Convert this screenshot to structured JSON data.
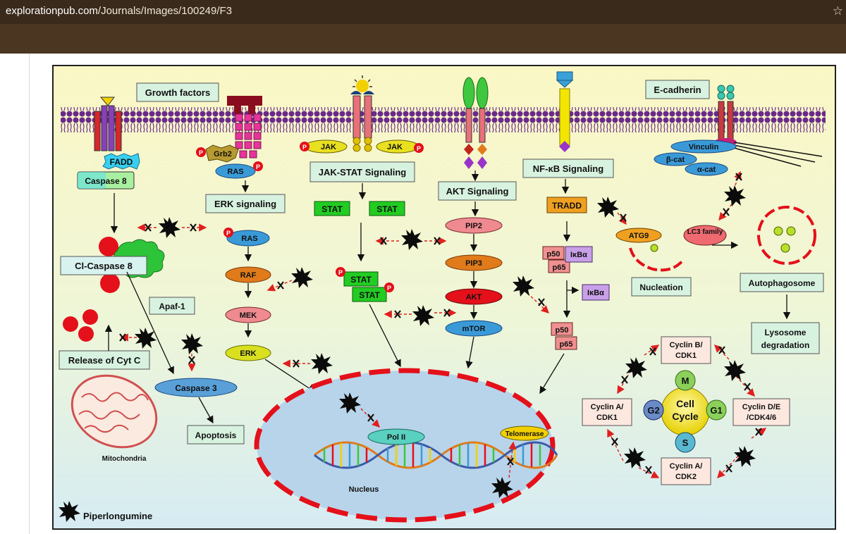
{
  "browser": {
    "url_host": "explorationpub.com",
    "url_path": "/Journals/Images/100249/F3",
    "star_icon": "bookmark-star-icon"
  },
  "figure": {
    "boxes": {
      "growth_factors": "Growth factors",
      "erk_signaling": "ERK signaling",
      "jak_stat_signaling": "JAK-STAT Signaling",
      "akt_signaling": "AKT Signaling",
      "nfkb_signaling": "NF-κB Signaling",
      "e_cadherin": "E-cadherin",
      "cl_caspase8": "Cl-Caspase 8",
      "apaf1": "Apaf-1",
      "release_cytc": "Release of Cyt C",
      "apoptosis": "Apoptosis",
      "nucleation": "Nucleation",
      "autophagosome": "Autophagosome",
      "lysosome": "Lysosome degradation",
      "cyclin_b": "Cyclin B/ CDK1",
      "cyclin_a1": "Cyclin A/ CDK1",
      "cyclin_de": "Cyclin D/E /CDK4/6",
      "cyclin_a2": "Cyclin A/ CDK2"
    },
    "molecules": {
      "fadd": "FADD",
      "caspase8": "Caspase 8",
      "grb2": "Grb2",
      "ras": "RAS",
      "ras2": "RAS",
      "raf": "RAF",
      "mek": "MEK",
      "erk": "ERK",
      "jak": "JAK",
      "stat": "STAT",
      "pip2": "PIP2",
      "pip3": "PIP3",
      "akt": "AKT",
      "mtor": "mTOR",
      "tradd": "TRADD",
      "p50": "p50",
      "p65": "p65",
      "ikba": "IκBα",
      "atg9": "ATG9",
      "lc3": "LC3 family",
      "vinculin": "Vinculin",
      "bcat": "β-cat",
      "acat": "α-cat",
      "caspase3": "Caspase 3",
      "pol2": "Pol II",
      "telomerase": "Telomerase",
      "p": "P"
    },
    "cell_cycle": {
      "center": "Cell Cycle",
      "m": "M",
      "g1": "G1",
      "s": "S",
      "g2": "G2"
    },
    "labels": {
      "mitochondria": "Mitochondria",
      "nucleus": "Nucleus",
      "legend": "Piperlongumine"
    },
    "colors": {
      "membrane": "#6a2a8a",
      "inhibitor": "#111111",
      "arrow_red": "#e0201e",
      "box_green": "#d6f0dc",
      "stat_green": "#22cc22",
      "nucleus_fill": "#b8d4ea"
    }
  }
}
